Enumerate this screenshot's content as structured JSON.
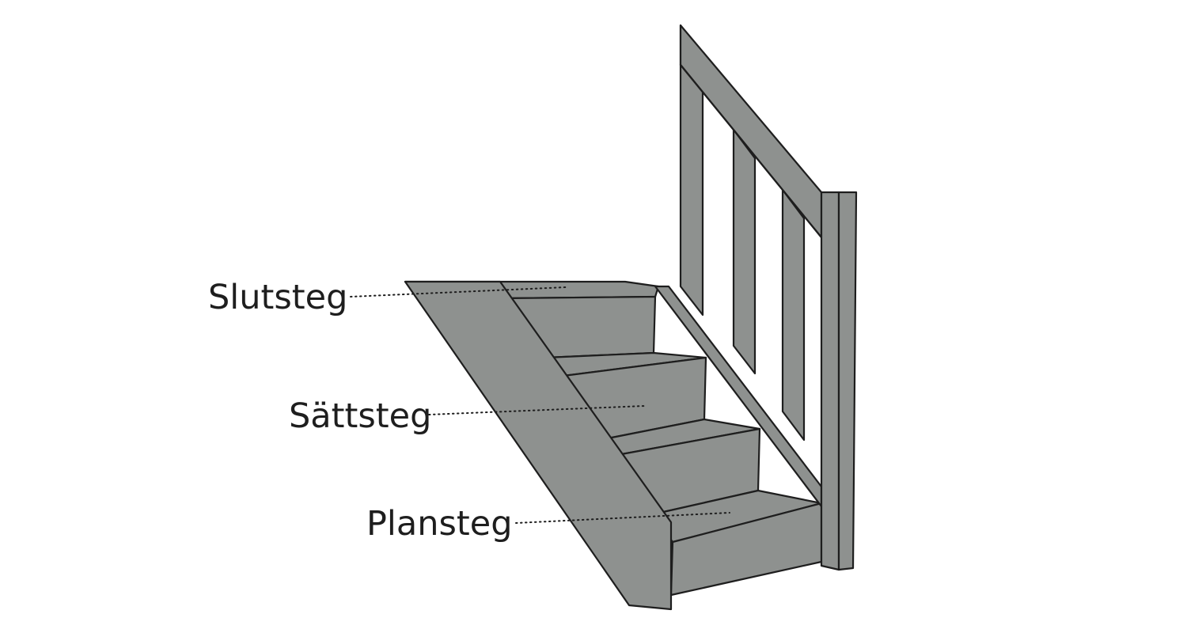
{
  "diagram": {
    "labels": {
      "top_step": "Slutsteg",
      "riser": "Sättsteg",
      "tread": "Plansteg"
    },
    "colors": {
      "fill": "#8e918f",
      "stroke": "#1e1e1e",
      "background": "#ffffff",
      "text": "#1e1e1e"
    }
  }
}
